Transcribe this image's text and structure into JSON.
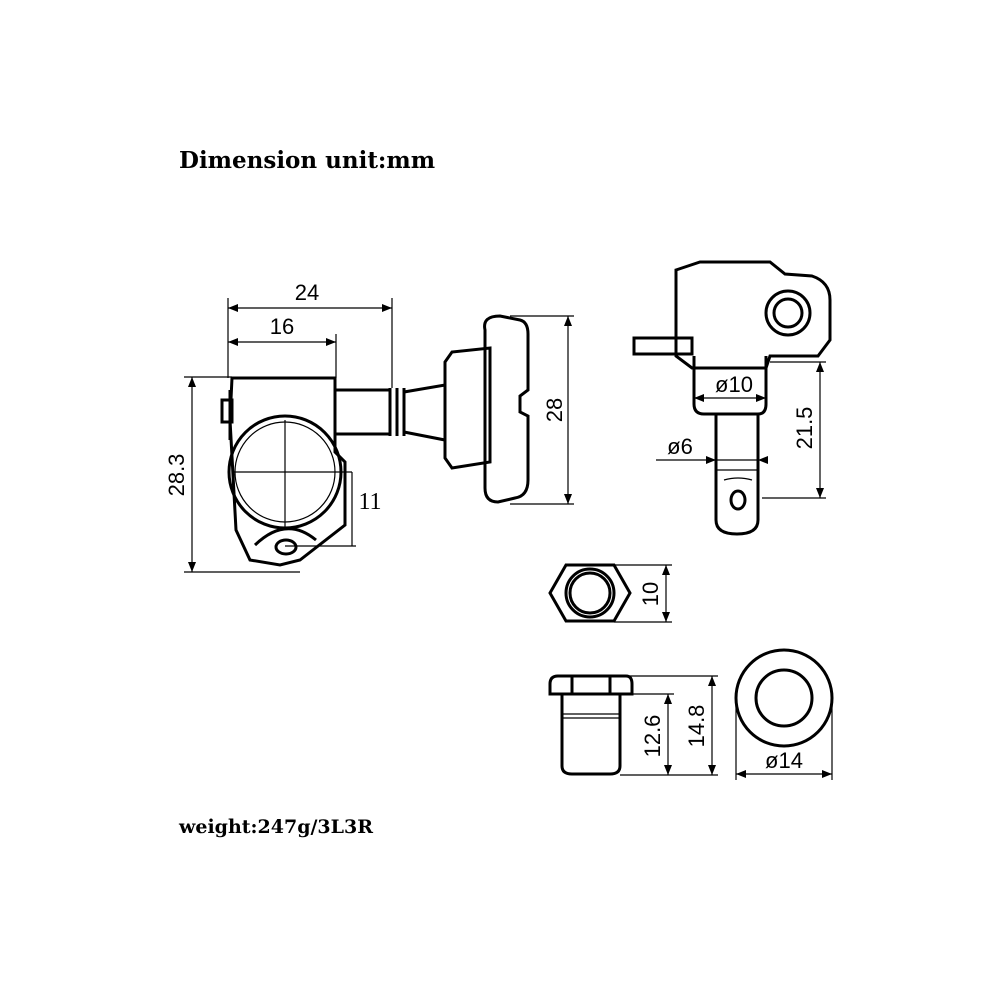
{
  "header": {
    "title": "Dimension unit:mm"
  },
  "footer": {
    "weight": "weight:247g/3L3R"
  },
  "dimensions": {
    "width_total": "24",
    "width_inner": "16",
    "height_left": "28.3",
    "button_offset": "11",
    "button_height": "28",
    "post_diameter_10": "ø10",
    "post_diameter_6": "ø6",
    "post_length": "21.5",
    "nut_width": "10",
    "bushing_length_inner": "12.6",
    "bushing_length_outer": "14.8",
    "washer_diameter": "ø14"
  }
}
